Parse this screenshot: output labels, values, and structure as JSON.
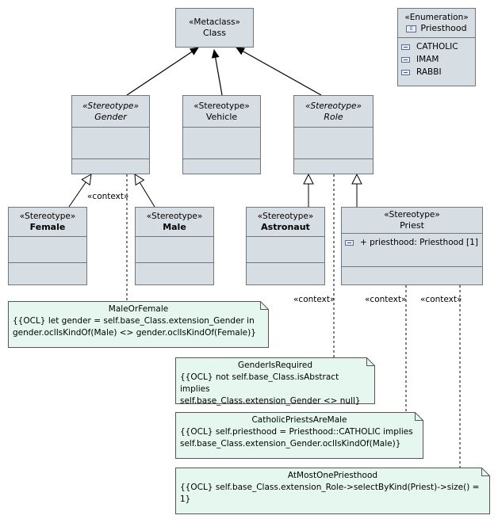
{
  "classes": {
    "metaclass": {
      "stereotype": "«Metaclass»",
      "name": "Class"
    },
    "gender": {
      "stereotype": "«Stereotype»",
      "name": "Gender"
    },
    "vehicle": {
      "stereotype": "«Stereotype»",
      "name": "Vehicle"
    },
    "role": {
      "stereotype": "«Stereotype»",
      "name": "Role"
    },
    "female": {
      "stereotype": "«Stereotype»",
      "name": "Female"
    },
    "male": {
      "stereotype": "«Stereotype»",
      "name": "Male"
    },
    "astronaut": {
      "stereotype": "«Stereotype»",
      "name": "Astronaut"
    },
    "priest": {
      "stereotype": "«Stereotype»",
      "name": "Priest",
      "attribute": "+ priesthood: Priesthood [1]"
    }
  },
  "enumeration": {
    "stereotype": "«Enumeration»",
    "name": "Priesthood",
    "literals": [
      "CATHOLIC",
      "IMAM",
      "RABBI"
    ]
  },
  "notes": {
    "male_or_female": {
      "title": "MaleOrFemale",
      "lines": [
        "{{OCL} let gender = self.base_Class.extension_Gender in",
        "gender.oclIsKindOf(Male) <> gender.oclIsKindOf(Female)}"
      ]
    },
    "gender_is_required": {
      "title": "GenderIsRequired",
      "lines": [
        "{{OCL} not self.base_Class.isAbstract implies",
        "self.base_Class.extension_Gender <> null}"
      ]
    },
    "catholic_priests_are_male": {
      "title": "CatholicPriestsAreMale",
      "lines": [
        "{{OCL} self.priesthood = Priesthood::CATHOLIC implies",
        "self.base_Class.extension_Gender.oclIsKindOf(Male)}"
      ]
    },
    "at_most_one_priesthood": {
      "title": "AtMostOnePriesthood",
      "lines": [
        "{{OCL} self.base_Class.extension_Role->selectByKind(Priest)->size() = 1}"
      ]
    }
  },
  "context_label": "«context»"
}
